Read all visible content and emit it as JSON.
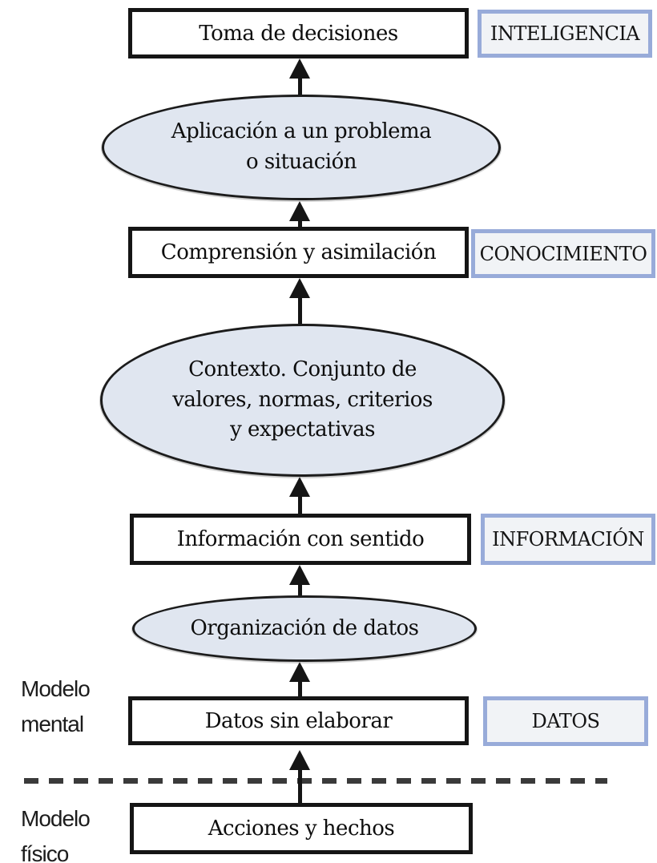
{
  "colors": {
    "ellipse-fill": "#e0e6f0",
    "tag-border": "#98abd9",
    "tag-fill": "#f1f3f6",
    "box-border": "#151515",
    "line-color": "#3a3a3a"
  },
  "stages": [
    {
      "id": "inteligencia",
      "box": "Toma de decisiones",
      "tag": "INTELIGENCIA"
    },
    {
      "id": "conocimiento",
      "box": "Comprensión y asimilación",
      "tag": "CONOCIMIENTO"
    },
    {
      "id": "informacion",
      "box": "Información con sentido",
      "tag": "INFORMACIÓN"
    },
    {
      "id": "datos",
      "box": "Datos sin elaborar",
      "tag": "DATOS"
    },
    {
      "id": "acciones",
      "box": "Acciones y hechos",
      "tag": ""
    }
  ],
  "processes": [
    {
      "id": "aplicacion",
      "text": "Aplicación a un problema\no situación"
    },
    {
      "id": "contexto",
      "text": "Contexto. Conjunto de\nvalores, normas, criterios\ny expectativas"
    },
    {
      "id": "organizacion",
      "text": "Organización de datos"
    }
  ],
  "side_labels": {
    "mental": "Modelo\nmental",
    "fisico": "Modelo\nfísico"
  }
}
